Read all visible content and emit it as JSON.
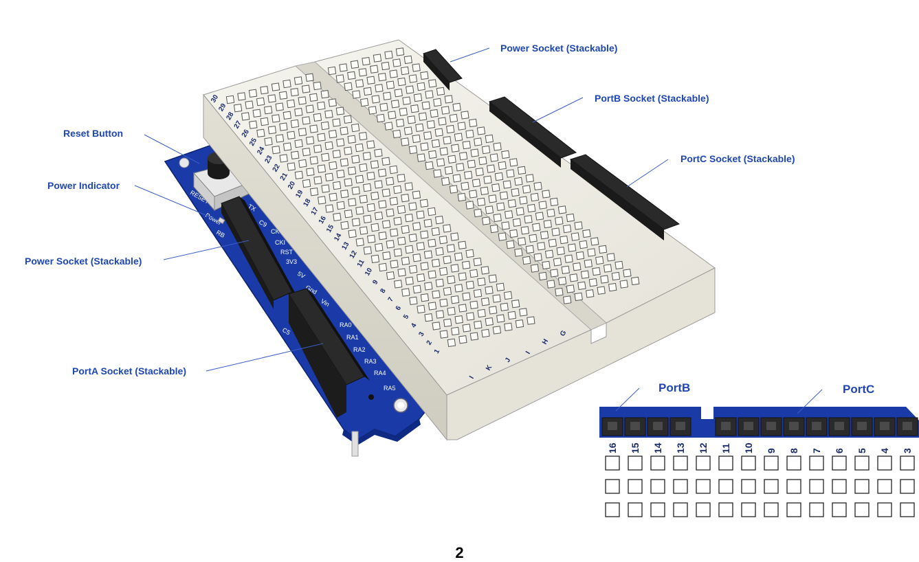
{
  "labels": {
    "power_socket_top": "Power Socket (Stackable)",
    "portb_socket": "PortB Socket (Stackable)",
    "portc_socket": "PortC Socket (Stackable)",
    "reset_button": "Reset Button",
    "power_indicator": "Power Indicator",
    "power_socket_left": "Power Socket (Stackable)",
    "porta_socket": "PortA Socket (Stackable)"
  },
  "inset": {
    "portb_label": "PortB",
    "portc_label": "PortC",
    "pins": [
      "16",
      "15",
      "14",
      "13",
      "12",
      "11",
      "10",
      "9",
      "8",
      "7",
      "6",
      "5",
      "4",
      "3"
    ]
  },
  "pcb": {
    "left_labels": [
      "RESET",
      "Power",
      "RB"
    ],
    "header_labels": [
      "TX",
      "C9",
      "CKO",
      "CKI",
      "RST",
      "3V3",
      "5V",
      "Gnd",
      "Vin"
    ],
    "porta_labels": [
      "RA0",
      "RA1",
      "RA2",
      "RA3",
      "RA4",
      "RA5"
    ],
    "porta_side": "C5"
  },
  "breadboard": {
    "left_numbers": [
      "1",
      "2",
      "3",
      "4",
      "5",
      "6",
      "7",
      "8",
      "9",
      "10",
      "11",
      "12",
      "13",
      "14",
      "15",
      "16",
      "17",
      "18",
      "19",
      "20",
      "21",
      "22",
      "23",
      "24",
      "25",
      "26",
      "27",
      "28",
      "29",
      "30"
    ],
    "bottom_letters": [
      "I",
      "K",
      "J",
      "I",
      "H",
      "G"
    ]
  },
  "page_number": "2",
  "colors": {
    "pcb_blue": "#1a3aa8",
    "breadboard": "#efeee6",
    "callout_text": "#1e46b4",
    "socket_black": "#2a2a2a"
  }
}
